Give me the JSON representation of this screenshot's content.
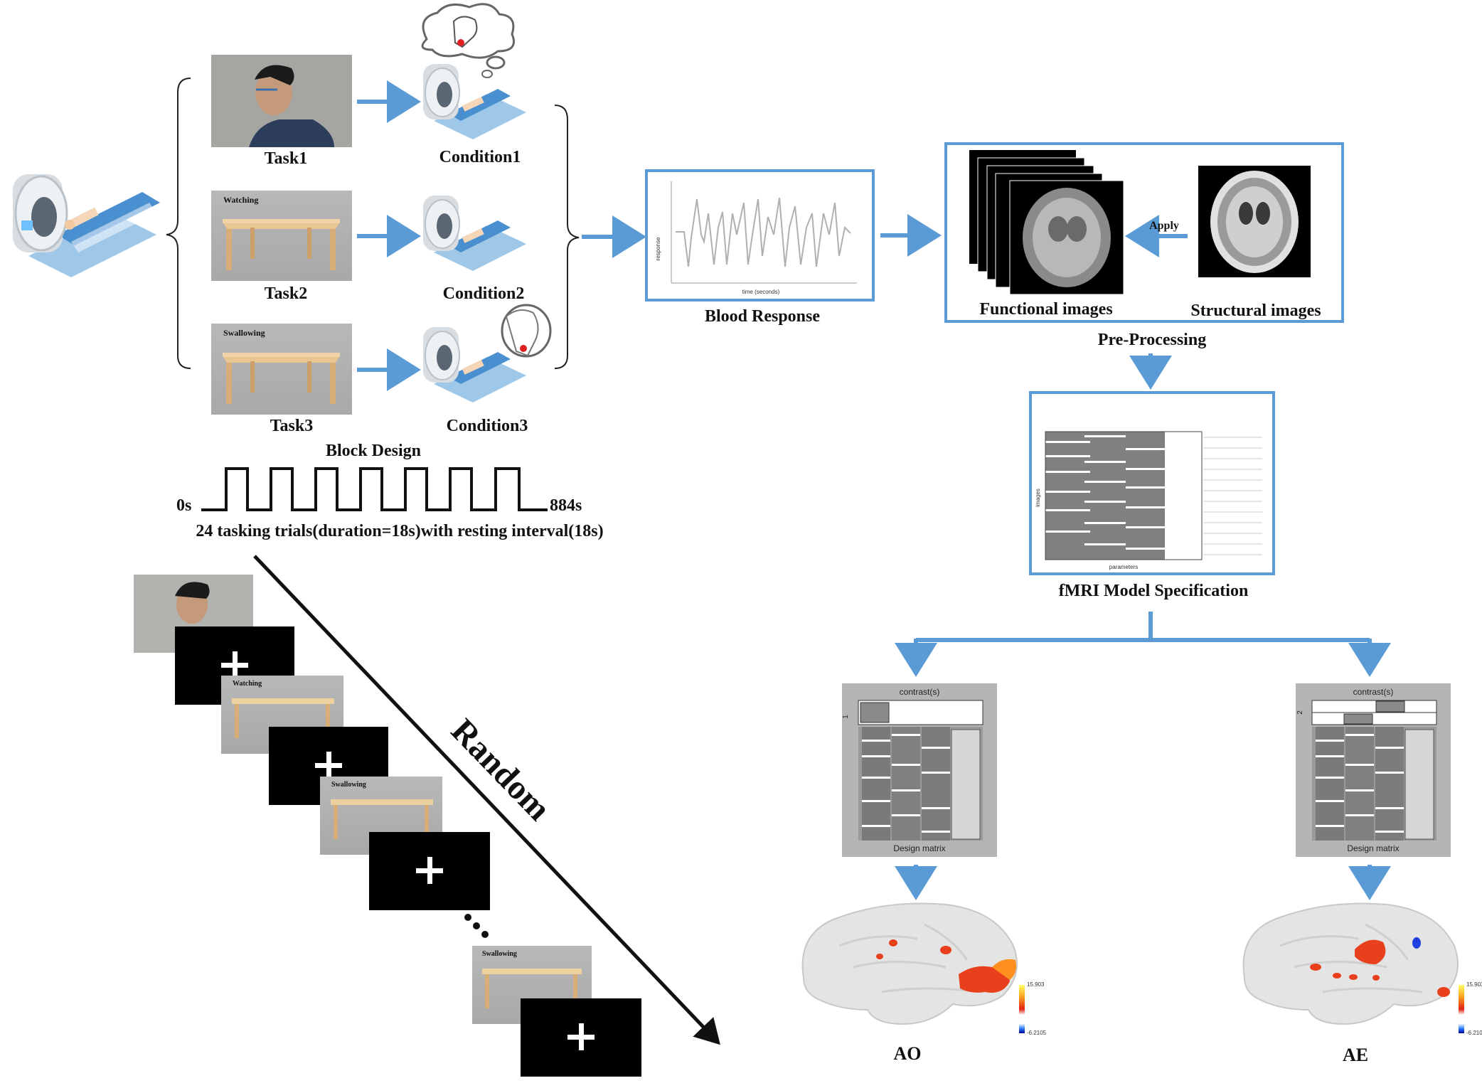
{
  "tasks": {
    "task1": "Task1",
    "task2": "Task2",
    "task3": "Task3",
    "watching": "Watching",
    "swallowing": "Swallowing"
  },
  "conditions": {
    "condition1": "Condition1",
    "condition2": "Condition2",
    "condition3": "Condition3"
  },
  "block_design": {
    "title": "Block Design",
    "start": "0s",
    "end": "884s",
    "description": "24 tasking trials(duration=18s)with resting interval(18s)"
  },
  "random_label": "Random",
  "blood_response": {
    "label": "Blood Response",
    "xlabel": "time (seconds)",
    "ylabel": "response"
  },
  "preprocessing": {
    "functional": "Functional images",
    "structural": "Structural images",
    "apply": "Apply",
    "label": "Pre-Processing"
  },
  "model_spec": {
    "label": "fMRI Model Specification",
    "xlabel": "parameters",
    "ylabel": "images"
  },
  "contrasts": {
    "title": "contrast(s)",
    "design_matrix": "Design matrix",
    "left_index": "1",
    "right_index": "2"
  },
  "results": {
    "ao": "AO",
    "ae": "AE",
    "colorbar_max": "15.903",
    "colorbar_min": "-6.2105"
  },
  "colors": {
    "arrow_blue": "#5b9bd5",
    "box_blue": "#5b9bd5",
    "activation": "#e8401c"
  }
}
